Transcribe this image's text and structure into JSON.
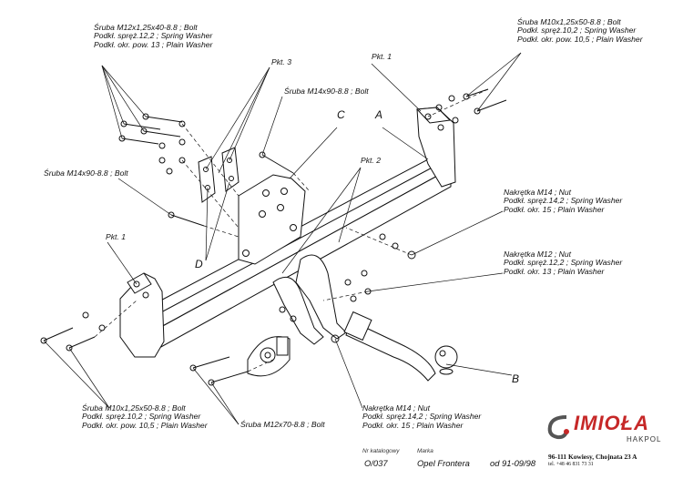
{
  "labels": {
    "bolt_m12x40": [
      "Śruba M12x1,25x40-8.8 ;  Bolt",
      "Podkł. spręż.12,2 ; Spring Washer",
      "Podkł. okr. pow. 13 ; Plain Washer"
    ],
    "bolt_m10x50_top": [
      "Śruba M10x1,25x50-8.8 ;  Bolt",
      "Podkł. spręż.10,2 ; Spring Washer",
      "Podkł. okr. pow. 10,5 ; Plain Washer"
    ],
    "pkt3": "Pkt. 3",
    "pkt1_top": "Pkt. 1",
    "bolt_m14x90_top": "Śruba M14x90-8.8 ;  Bolt",
    "letter_c": "C",
    "letter_a": "A",
    "pkt2": "Pkt. 2",
    "bolt_m14x90_left": "Śruba M14x90-8.8 ;  Bolt",
    "nut_m14_right": [
      "Nakrętka  M14 ; Nut",
      "Podkł. spręż.14,2 ; Spring Washer",
      "Podkł. okr. 15 ; Plain Washer"
    ],
    "nut_m12_right": [
      "Nakrętka  M12 ; Nut",
      "Podkł. spręż.12,2 ; Spring Washer",
      "Podkł. okr. 13 ; Plain Washer"
    ],
    "pkt1_left": "Pkt. 1",
    "letter_d": "D",
    "letter_b": "B",
    "bolt_m10x50_bottom": [
      "Śruba M10x1,25x50-8.8 ;  Bolt",
      "Podkł. spręż.10,2 ; Spring Washer",
      "Podkł. okr. pow. 10,5 ; Plain Washer"
    ],
    "bolt_m12x70": "Śruba M12x70-8.8 ;  Bolt",
    "nut_m14_bottom": [
      "Nakrętka  M14 ; Nut",
      "Podkł. spręż.14,2 ; Spring Washer",
      "Podkł. okr. 15 ; Plain Washer"
    ]
  },
  "logo": {
    "brand": "IMIOŁA",
    "sub": "HAKPOL",
    "address": "96-111 Kowiesy, Chojnata 23 A",
    "tel": "tel. +48 46 831 73 31"
  },
  "footer": {
    "catalog_label": "Nr katalogowy",
    "catalog_value": "O/037",
    "brand_label": "Marka",
    "brand_value": "Opel Frontera",
    "years": "od 91-09/98"
  },
  "colors": {
    "ink": "#111111",
    "logo_red": "#c62828"
  }
}
